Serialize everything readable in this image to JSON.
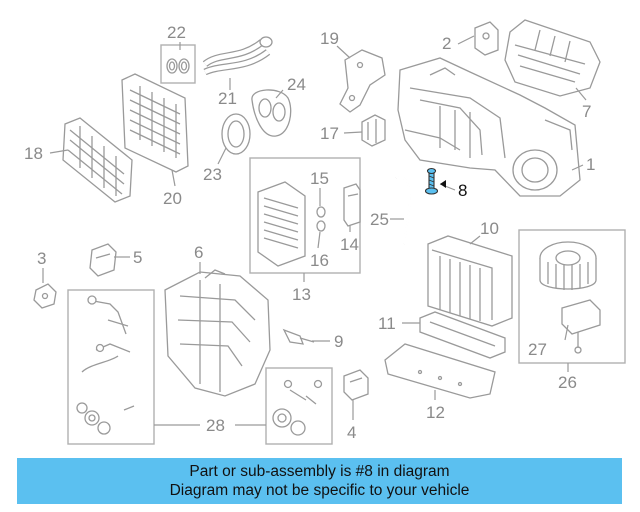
{
  "diagram": {
    "highlighted_part": "8",
    "highlight_color": "#5bc0f0",
    "callouts": {
      "c1": "1",
      "c2": "2",
      "c3": "3",
      "c4": "4",
      "c5": "5",
      "c6": "6",
      "c7": "7",
      "c8": "8",
      "c9": "9",
      "c10": "10",
      "c11": "11",
      "c12": "12",
      "c13": "13",
      "c14": "14",
      "c15": "15",
      "c16": "16",
      "c17": "17",
      "c18": "18",
      "c19": "19",
      "c20": "20",
      "c21": "21",
      "c22": "22",
      "c23": "23",
      "c24": "24",
      "c25": "25",
      "c26": "26",
      "c27": "27",
      "c28": "28"
    }
  },
  "banner": {
    "line1": "Part or sub-assembly is #8 in diagram",
    "line2": "Diagram may not be specific to your vehicle",
    "background": "#5bc0f0"
  }
}
